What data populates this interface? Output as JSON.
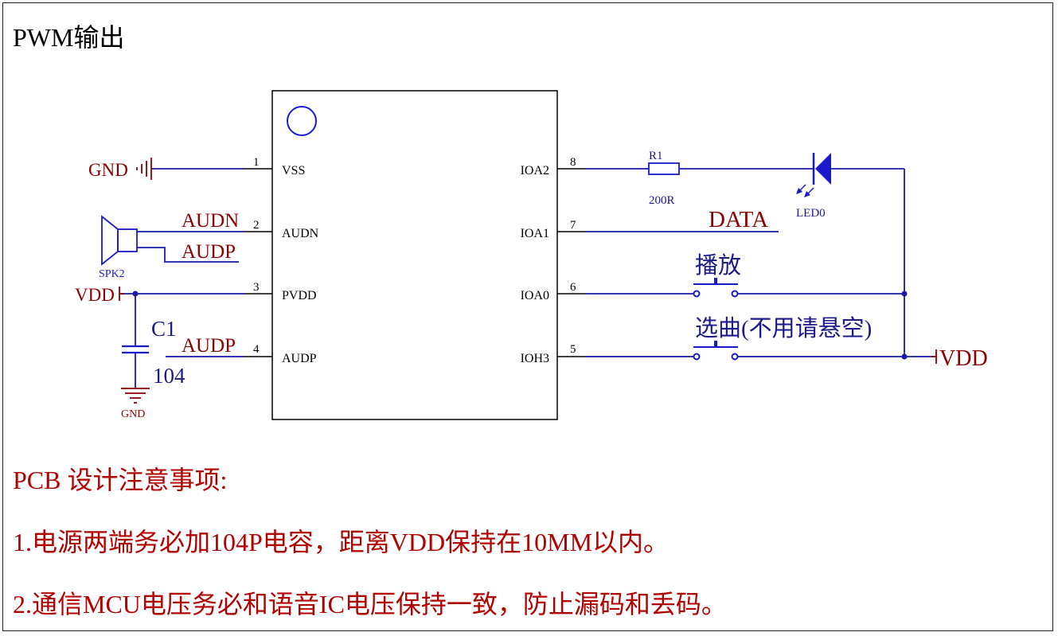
{
  "title": "PWM输出",
  "schematic": {
    "chip_pins_left": [
      {
        "num": "1",
        "name": "VSS"
      },
      {
        "num": "2",
        "name": "AUDN"
      },
      {
        "num": "3",
        "name": "PVDD"
      },
      {
        "num": "4",
        "name": "AUDP"
      }
    ],
    "chip_pins_right": [
      {
        "num": "8",
        "name": "IOA2"
      },
      {
        "num": "7",
        "name": "IOA1"
      },
      {
        "num": "6",
        "name": "IOA0"
      },
      {
        "num": "5",
        "name": "IOH3"
      }
    ],
    "net_labels": {
      "gnd": "GND",
      "audn": "AUDN",
      "audp_speaker": "AUDP",
      "vdd_left": "VDD",
      "audp_pin4": "AUDP",
      "data": "DATA",
      "vdd_right": "VDD",
      "gnd_cap": "GND"
    },
    "speaker": {
      "ref": "SPK2"
    },
    "capacitor": {
      "ref": "C1",
      "value": "104"
    },
    "resistor": {
      "ref": "R1",
      "value": "200R"
    },
    "led": {
      "ref": "LED0"
    },
    "button_play": {
      "label": "播放"
    },
    "button_select": {
      "label": "选曲(不用请悬空)"
    }
  },
  "notes": {
    "heading": "PCB  设计注意事项:",
    "items": [
      "1.电源两端务必加104P电容，距离VDD保持在10MM以内。",
      "2.通信MCU电压务必和语音IC电压保持一致，防止漏码和丢码。"
    ]
  },
  "colors": {
    "wire": "#1a1aa8",
    "component": "#1a1acc",
    "net_label": "#8b0000",
    "note_text": "#b00000",
    "chip_outline": "#000000"
  }
}
